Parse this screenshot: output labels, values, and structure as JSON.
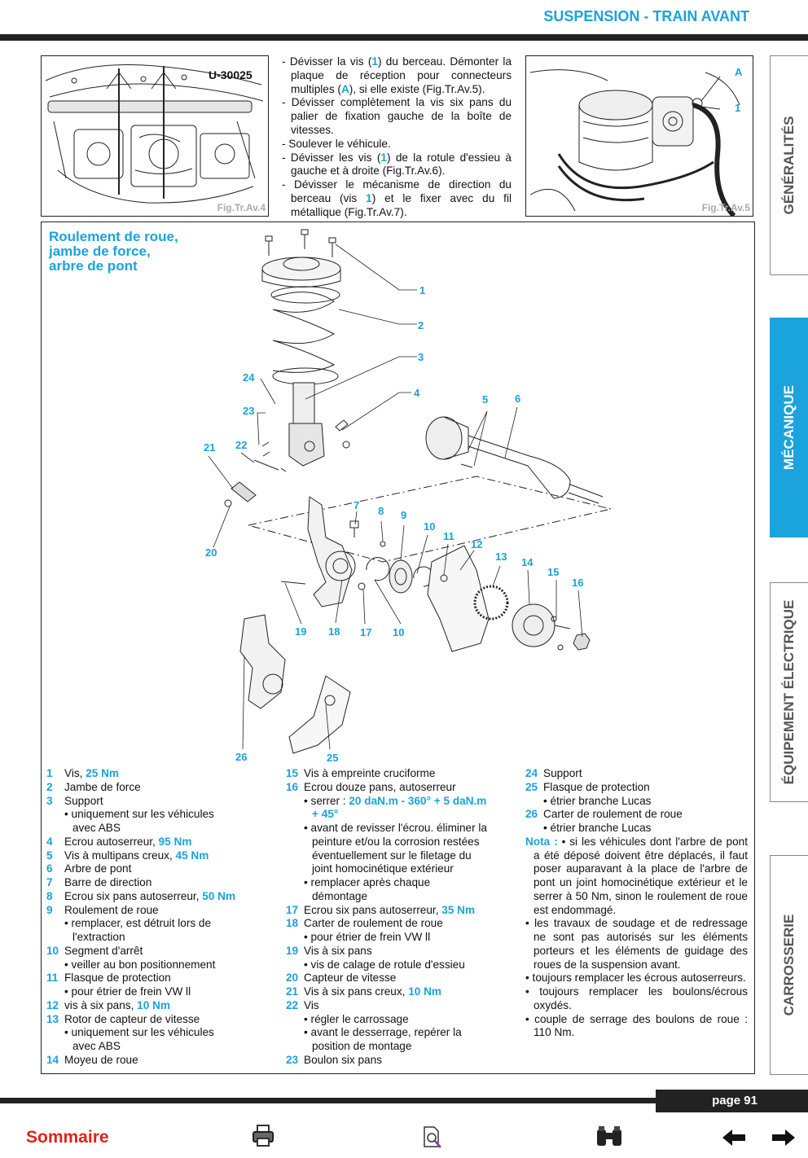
{
  "header": {
    "title": "SUSPENSION - TRAIN AVANT"
  },
  "figures": {
    "fig4": {
      "caption": "Fig.Tr.Av.4",
      "tool_label": "U-30025"
    },
    "fig5": {
      "caption": "Fig.Tr.Av.5",
      "labels": [
        "A",
        "1"
      ]
    }
  },
  "intro": [
    [
      "- Dévisser la vis (",
      "1",
      ") du berceau. Démonter la plaque de réception pour connecteurs multiples (",
      "A",
      "), si elle existe (Fig.Tr.Av.5)."
    ],
    [
      "- Dévisser complètement la vis six pans du palier de fixation gauche de la boîte de vitesses."
    ],
    [
      "- Soulever le véhicule."
    ],
    [
      "- Dévisser les vis (",
      "1",
      ") de la rotule d'essieu à gauche et à droite (Fig.Tr.Av.6)."
    ],
    [
      "- Dévisser le mécanisme de direction du berceau (vis ",
      "1",
      ") et le fixer avec du fil métallique (Fig.Tr.Av.7)."
    ]
  ],
  "section": {
    "title_lines": [
      "Roulement de roue,",
      "jambe de force,",
      "arbre de pont"
    ]
  },
  "diagram_callouts": [
    "1",
    "2",
    "3",
    "4",
    "5",
    "6",
    "7",
    "8",
    "9",
    "10",
    "11",
    "12",
    "13",
    "14",
    "15",
    "16",
    "17",
    "18",
    "19",
    "10",
    "20",
    "21",
    "22",
    "23",
    "24",
    "25",
    "26"
  ],
  "legend_col1": [
    {
      "n": "1",
      "t": "Vis, ",
      "v": "25 Nm"
    },
    {
      "n": "2",
      "t": "Jambe de force"
    },
    {
      "n": "3",
      "t": "Support"
    },
    {
      "s": "• uniquement sur les véhicules"
    },
    {
      "s2": "avec ABS"
    },
    {
      "n": "4",
      "t": "Ecrou autoserreur, ",
      "v": "95 Nm"
    },
    {
      "n": "5",
      "t": "Vis à multipans creux, ",
      "v": "45 Nm"
    },
    {
      "n": "6",
      "t": "Arbre de pont"
    },
    {
      "n": "7",
      "t": "Barre de direction"
    },
    {
      "n": "8",
      "t": "Ecrou six pans autoserreur, ",
      "v": "50 Nm"
    },
    {
      "n": "9",
      "t": "Roulement de roue"
    },
    {
      "s": "• remplacer, est détruit lors de"
    },
    {
      "s2": "l'extraction"
    },
    {
      "n": "10",
      "t": "Segment d'arrêt"
    },
    {
      "s": "• veiller au bon positionnement"
    },
    {
      "n": "11",
      "t": "Flasque de protection"
    },
    {
      "s": "• pour étrier de frein VW ll"
    },
    {
      "n": "12",
      "t": "vis à six pans, ",
      "v": "10 Nm"
    },
    {
      "n": "13",
      "t": "Rotor de capteur de vitesse"
    },
    {
      "s": "• uniquement sur les véhicules"
    },
    {
      "s2": "avec ABS"
    },
    {
      "n": "14",
      "t": "Moyeu de roue"
    }
  ],
  "legend_col2": [
    {
      "n": "15",
      "t": "Vis à empreinte cruciforme"
    },
    {
      "n": "16",
      "t": "Ecrou douze pans, autoserreur"
    },
    {
      "s": "• serrer : ",
      "v": "20 daN.m - 360° + 5 daN.m"
    },
    {
      "s2": "",
      "v": "+ 45°"
    },
    {
      "s": "• avant de revisser l'écrou. éliminer la"
    },
    {
      "s2": "peinture et/ou la corrosion restées"
    },
    {
      "s2": "éventuellement sur le filetage du"
    },
    {
      "s2": "joint homocinétique extérieur"
    },
    {
      "s": "• remplacer après chaque"
    },
    {
      "s2": "démontage"
    },
    {
      "n": "17",
      "t": "Ecrou six pans autoserreur, ",
      "v": "35 Nm"
    },
    {
      "n": "18",
      "t": "Carter de roulement de roue"
    },
    {
      "s": "• pour étrier de frein VW ll"
    },
    {
      "n": "19",
      "t": "Vis à six pans"
    },
    {
      "s": "• vis de calage de rotule d'essieu"
    },
    {
      "n": "20",
      "t": "Capteur de vitesse"
    },
    {
      "n": "21",
      "t": "Vis à six pans creux, ",
      "v": "10 Nm"
    },
    {
      "n": "22",
      "t": "Vis"
    },
    {
      "s": "• régler le carrossage"
    },
    {
      "s": "• avant le desserrage, repérer la"
    },
    {
      "s2": "position de montage"
    },
    {
      "n": "23",
      "t": "Boulon six pans"
    }
  ],
  "legend_col3": [
    {
      "n": "24",
      "t": "Support"
    },
    {
      "n": "25",
      "t": "Flasque de protection"
    },
    {
      "s": "• étrier branche Lucas"
    },
    {
      "n": "26",
      "t": "Carter de roulement de roue"
    },
    {
      "s": "• étrier branche Lucas"
    }
  ],
  "nota": {
    "label": "Nota :",
    "first": "• si les véhicules dont l'arbre de pont a été déposé doivent être déplacés, il faut poser auparavant à la place de l'arbre de pont un joint homocinétique extérieur et le serrer à 50 Nm, sinon le roulement de roue est endommagé.",
    "bullets": [
      "• les travaux de soudage et de redressage ne sont pas autorisés sur les éléments porteurs et les éléments de guidage des roues de la suspension avant.",
      "• toujours remplacer les écrous autoserreurs.",
      "• toujours remplacer les boulons/écrous oxydés.",
      "• couple de serrage des boulons de roue : 110 Nm."
    ]
  },
  "side_tabs": [
    {
      "label": "GÉNÉRALITÉS",
      "active": false
    },
    {
      "label": "MÉCANIQUE",
      "active": true
    },
    {
      "label": "ÉQUIPEMENT ÉLECTRIQUE",
      "active": false
    },
    {
      "label": "CARROSSERIE",
      "active": false
    }
  ],
  "footer": {
    "page": "page 91",
    "sommaire": "Sommaire"
  },
  "colors": {
    "accent": "#1aa3dc",
    "dark": "#222222",
    "sommaire": "#e0231b"
  },
  "icons": [
    "printer-icon",
    "search-document-icon",
    "binoculars-icon",
    "arrow-left-icon",
    "arrow-right-icon"
  ]
}
